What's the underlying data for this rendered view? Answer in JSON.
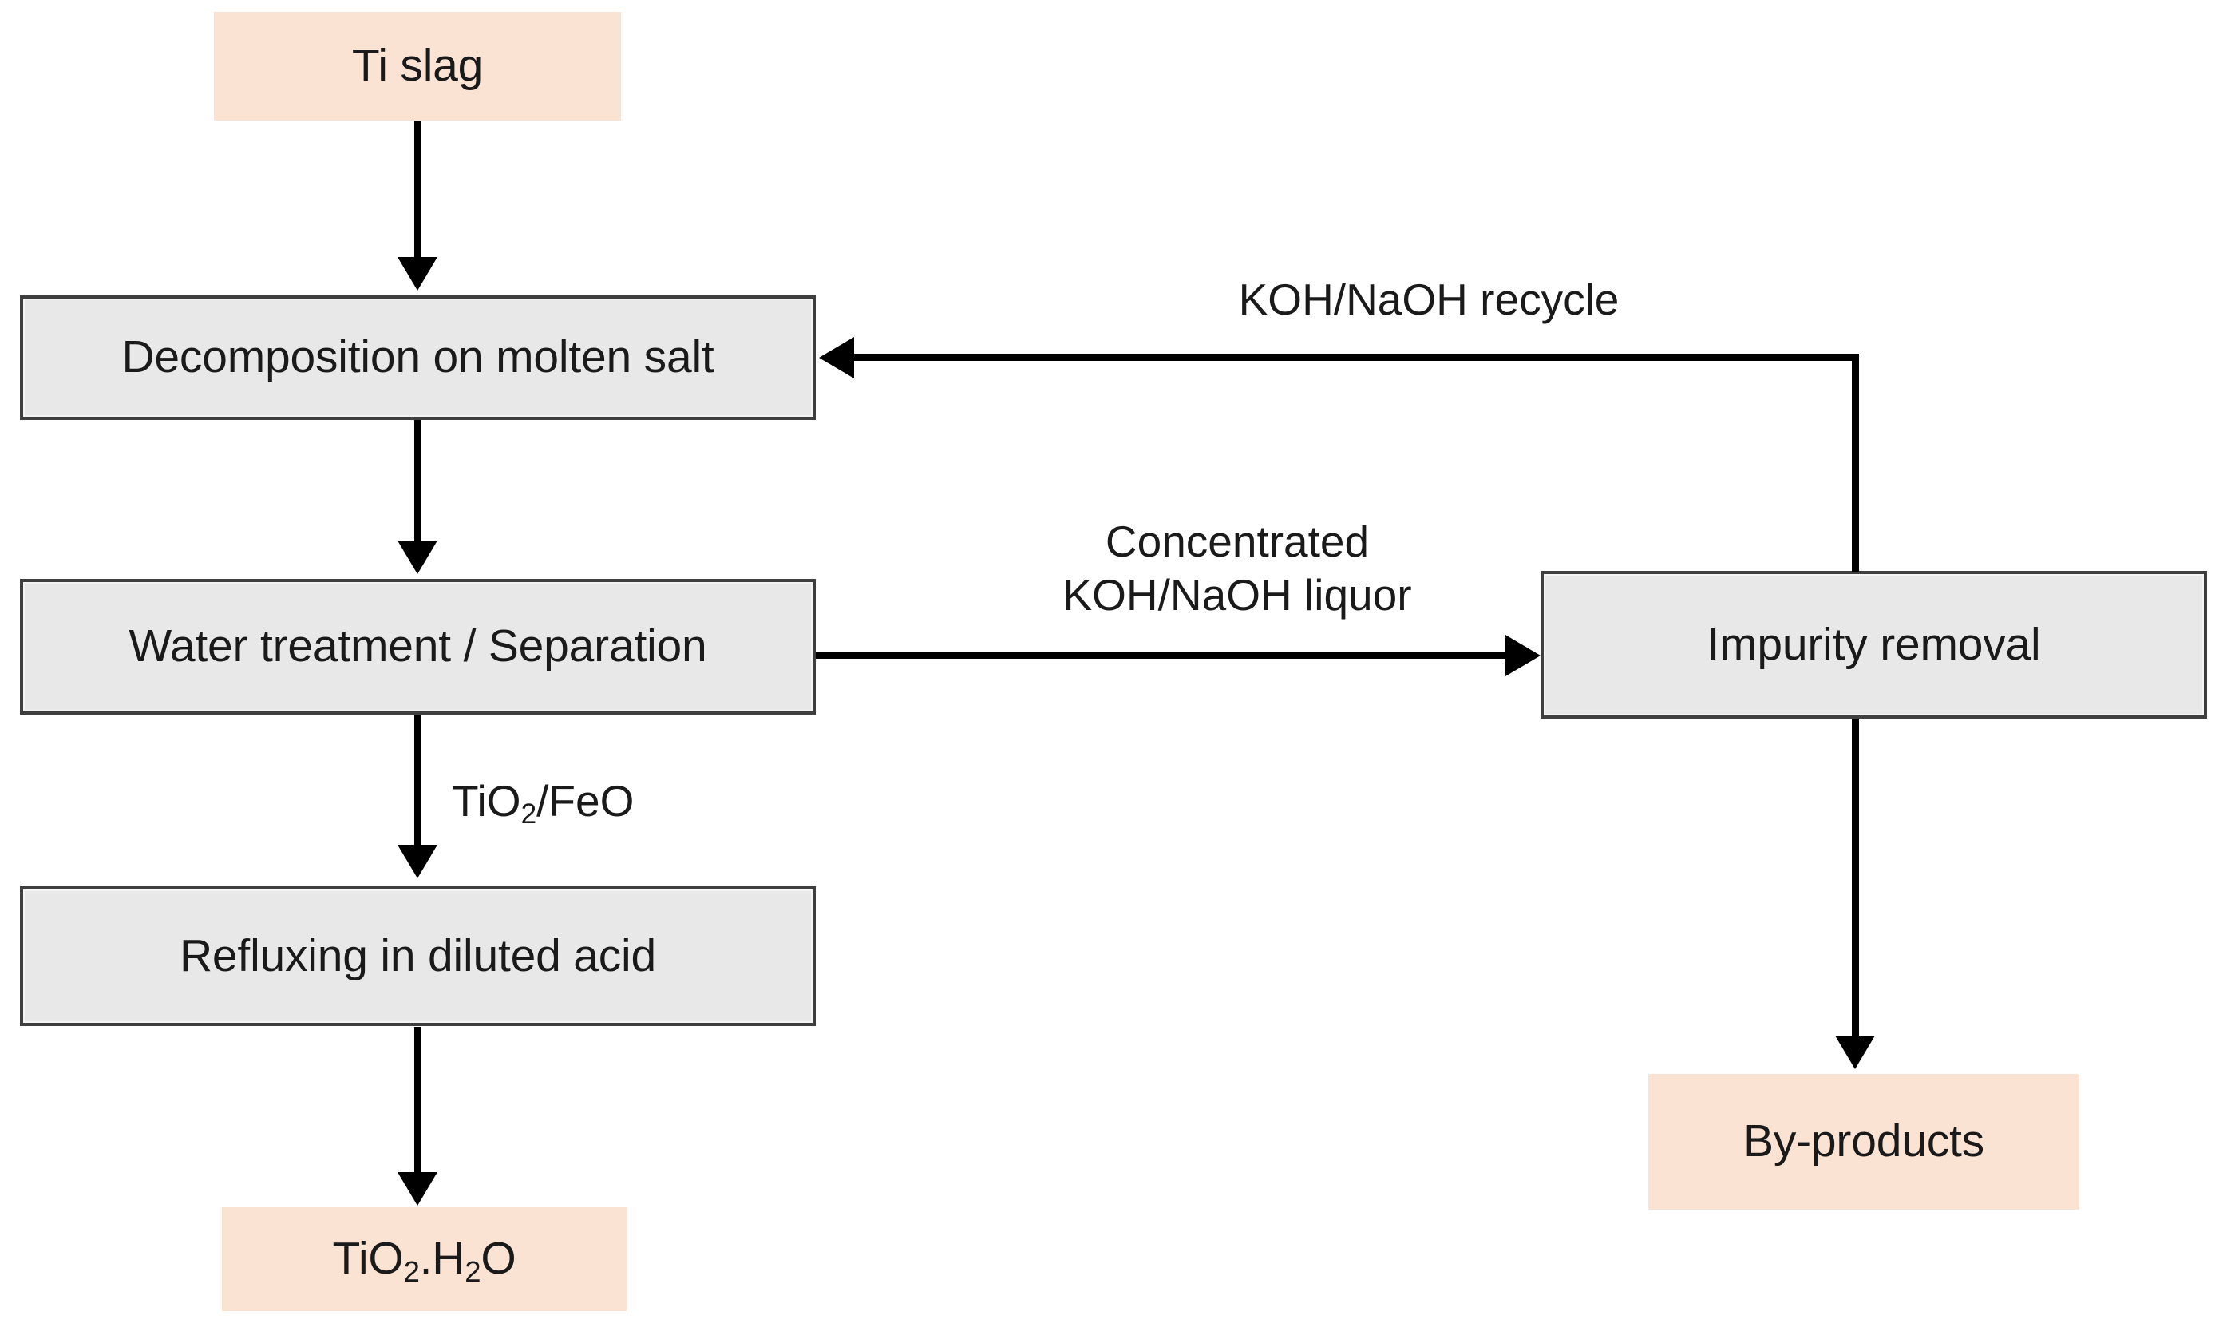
{
  "diagram": {
    "title": "Ti slag alkaline decomposition process flowchart",
    "colors": {
      "process_fill": "#e8e8e8",
      "process_border": "#3f3f3f",
      "terminal_fill": "#fbe3d4",
      "connector": "#000000",
      "text": "#1a1a1a",
      "background": "#ffffff"
    },
    "nodes": {
      "ti_slag": {
        "label": "Ti slag",
        "type": "terminal"
      },
      "decomposition": {
        "label": "Decomposition on molten salt",
        "type": "process"
      },
      "water_treatment": {
        "label": "Water treatment / Separation",
        "type": "process"
      },
      "refluxing": {
        "label": "Refluxing in diluted acid",
        "type": "process"
      },
      "tio2_h2o": {
        "label_html": "TiO<sub>2</sub>.H<sub>2</sub>O",
        "label": "TiO2.H2O",
        "type": "terminal"
      },
      "impurity_removal": {
        "label": "Impurity removal",
        "type": "process"
      },
      "by_products": {
        "label": "By-products",
        "type": "terminal"
      }
    },
    "edge_labels": {
      "koh_naoh_recycle": "KOH/NaOH recycle",
      "concentrated_liquor": "Concentrated\nKOH/NaOH liquor",
      "tio2_feo_html": "TiO<sub>2</sub>/FeO",
      "tio2_feo": "TiO2/FeO"
    },
    "edges": [
      {
        "from": "ti_slag",
        "to": "decomposition",
        "direction": "down",
        "label": ""
      },
      {
        "from": "decomposition",
        "to": "water_treatment",
        "direction": "down",
        "label": ""
      },
      {
        "from": "water_treatment",
        "to": "refluxing",
        "direction": "down",
        "label": "TiO2/FeO"
      },
      {
        "from": "refluxing",
        "to": "tio2_h2o",
        "direction": "down",
        "label": ""
      },
      {
        "from": "water_treatment",
        "to": "impurity_removal",
        "direction": "right",
        "label": "Concentrated KOH/NaOH liquor"
      },
      {
        "from": "impurity_removal",
        "to": "decomposition",
        "direction": "up-left",
        "label": "KOH/NaOH recycle"
      },
      {
        "from": "impurity_removal",
        "to": "by_products",
        "direction": "down",
        "label": ""
      }
    ]
  }
}
